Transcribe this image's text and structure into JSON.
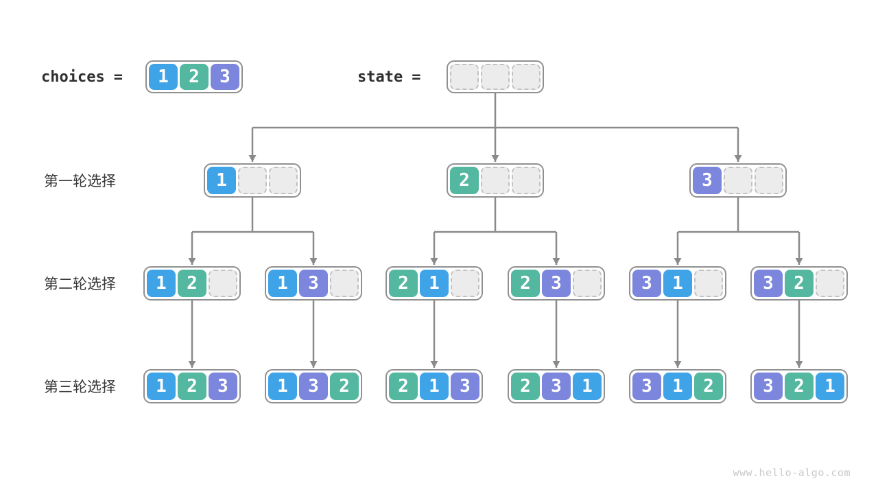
{
  "page": {
    "watermark": "www.hello-algo.com"
  },
  "colors": {
    "cell-1": "#3FA3E8",
    "cell-2": "#54B8A0",
    "cell-3": "#7B86DC",
    "arrow": "#8A8A8A",
    "box-border": "#909090",
    "empty-fill": "#ECECEC",
    "empty-border": "#C2C2C2",
    "label-text": "#2F2F2F",
    "row-label-text": "#373737",
    "watermark-text": "#C9C9C9"
  },
  "header": {
    "choices": {
      "label": "choices",
      "equals": "=",
      "cells": [
        "1",
        "2",
        "3"
      ]
    },
    "state": {
      "label": "state",
      "equals": "=",
      "cells": [
        "",
        "",
        ""
      ]
    }
  },
  "rounds": [
    {
      "label": "第一轮选择",
      "states": [
        [
          "1",
          "",
          ""
        ],
        [
          "2",
          "",
          ""
        ],
        [
          "3",
          "",
          ""
        ]
      ]
    },
    {
      "label": "第二轮选择",
      "states": [
        [
          "1",
          "2",
          ""
        ],
        [
          "1",
          "3",
          ""
        ],
        [
          "2",
          "1",
          ""
        ],
        [
          "2",
          "3",
          ""
        ],
        [
          "3",
          "1",
          ""
        ],
        [
          "3",
          "2",
          ""
        ]
      ]
    },
    {
      "label": "第三轮选择",
      "states": [
        [
          "1",
          "2",
          "3"
        ],
        [
          "1",
          "3",
          "2"
        ],
        [
          "2",
          "1",
          "3"
        ],
        [
          "2",
          "3",
          "1"
        ],
        [
          "3",
          "1",
          "2"
        ],
        [
          "3",
          "2",
          "1"
        ]
      ]
    }
  ]
}
